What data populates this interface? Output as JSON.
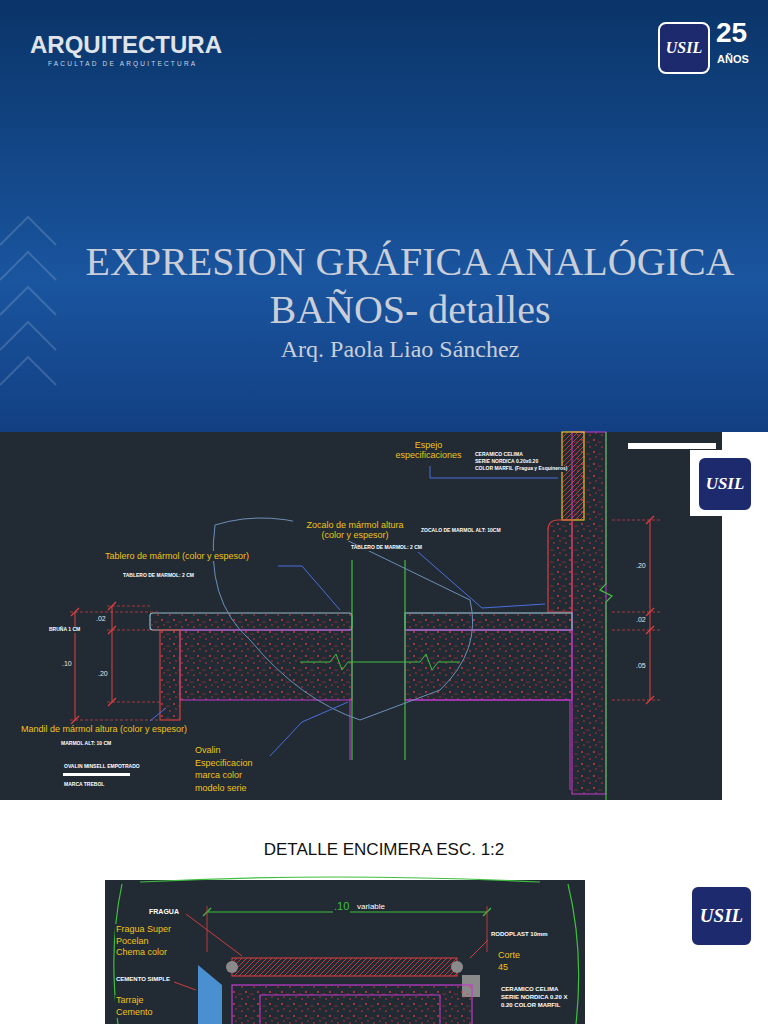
{
  "diagram": {
    "title": "EXPRESION GRÁFICA ANALÓGICA BAÑOS- detalles",
    "caption": "DETALLE ENCIMERA ESC. 1:2",
    "nodes": [
      {
        "text": [
          "USIL"
        ]
      },
      {
        "text": [
          "USIL"
        ]
      },
      {
        "text": [
          "USIL"
        ]
      }
    ],
    "labels": [
      "ARQUITECTURA",
      "FACULTAD DE ARQUITECTURA",
      "25",
      "AÑOS",
      "Arq. Paola Liao Sánchez",
      "Espejo especificaciones",
      "CERAMICO CELIMA",
      "SERIE NORDICA 0.20x0.20",
      "COLOR MARFIL (Fragua y Esquineros)",
      "Zocalo de mármol altura (color y espesor)",
      "ZOCALO DE MARMOL ALT: 10CM",
      "TABLERO DE MARMOL: 2 CM",
      "Tablero de mármol (color y espesor)",
      "TABLERO DE MARMOL: 2 CM",
      "BRUÑA 1 CM",
      ".02",
      ".10",
      ".20",
      ".20",
      ".02",
      ".05",
      "Mandil de mármol altura (color y espesor)",
      "MARMOL ALT: 10 CM",
      "Ovalin Especificacion marca color modelo serie",
      "OVALIN MINSELL EMPOTRADO",
      "MARCA TREBOL",
      "FRAGUA",
      ".10",
      "variable",
      "Fragua Super Pocelan Chema color",
      "CEMENTO SIMPLE",
      "Tarraje Cemento",
      "RODOPLAST 10mm",
      "Corte 45",
      "CERAMICO CELIMA SERIE NORDICA 0.20 X 0.20 COLOR MARFIL"
    ]
  }
}
